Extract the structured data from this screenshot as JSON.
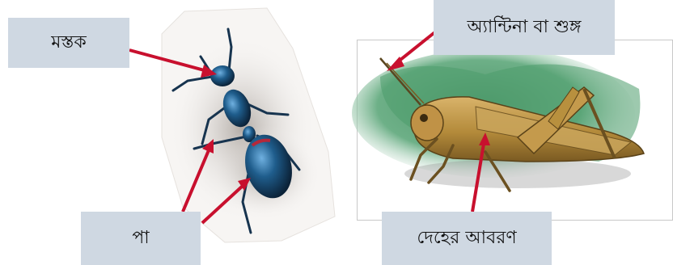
{
  "labels": {
    "head": "মস্তক",
    "leg": "পা",
    "antenna": "অ্যান্টিনা বা শুঙ্গ",
    "body_covering": "দেহের আবরণ"
  },
  "colors": {
    "label_background": "#cfd8e2",
    "arrow": "#c8102e",
    "ant_body": "#1f5d8c",
    "grasshopper_body": "#b38a3a",
    "grass_background": "#5da77a"
  }
}
